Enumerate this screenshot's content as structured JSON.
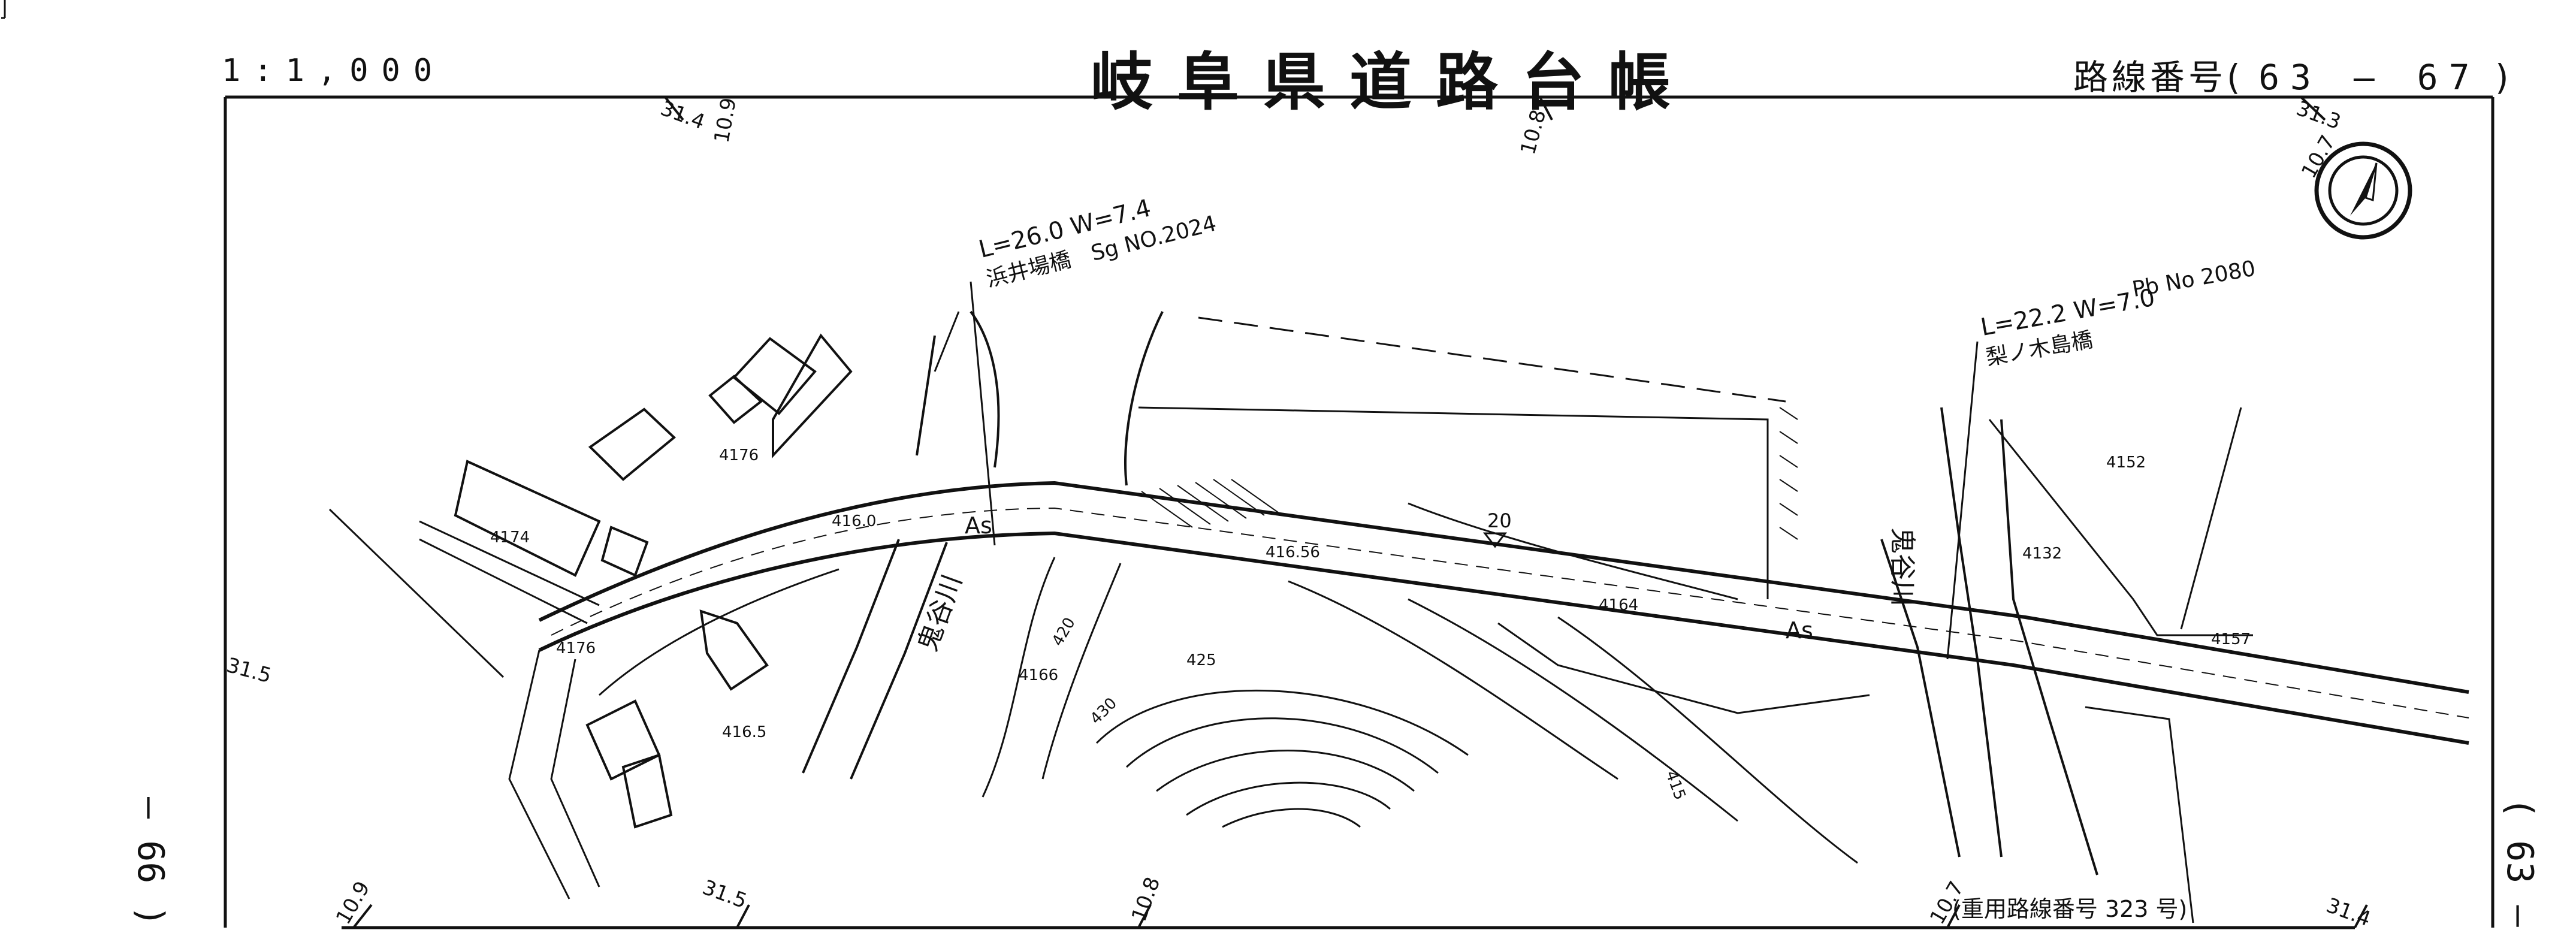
{
  "header": {
    "scale": "1:1,000",
    "title": "岐阜県道路台帳",
    "route_label": "路線番号(",
    "route_number": "63 — 67",
    "route_close": ")"
  },
  "side_marks": {
    "left": "— 66 )",
    "right": "( 63 —"
  },
  "footer_note": "(重用路線番号 323 号)",
  "bridges": [
    {
      "spec": "L=26.0  W=7.4",
      "name": "浜井場橋",
      "code": "Sg NO.2024"
    },
    {
      "spec": "L=22.2  W=7.0",
      "name": "梨ノ木島橋",
      "code": "Pb No 2080"
    }
  ],
  "river_labels": [
    "鬼谷川",
    "鬼谷川"
  ],
  "surface_labels": [
    "As",
    "As"
  ],
  "elevations": [
    "4176",
    "4174",
    "416.0",
    "4176",
    "416.5",
    "4166",
    "416.56",
    "4164",
    "4152",
    "4132",
    "4157"
  ],
  "contours": [
    "420",
    "425",
    "430",
    "415"
  ],
  "station_marker": "20",
  "grid_ticks": [
    "31.4",
    "10.9",
    "10.8",
    "31.3",
    "10.7",
    "31.5",
    "10.9",
    "31.5",
    "10.8",
    "10.7",
    "31.4"
  ],
  "north_arrow_icon": "north-arrow-icon"
}
